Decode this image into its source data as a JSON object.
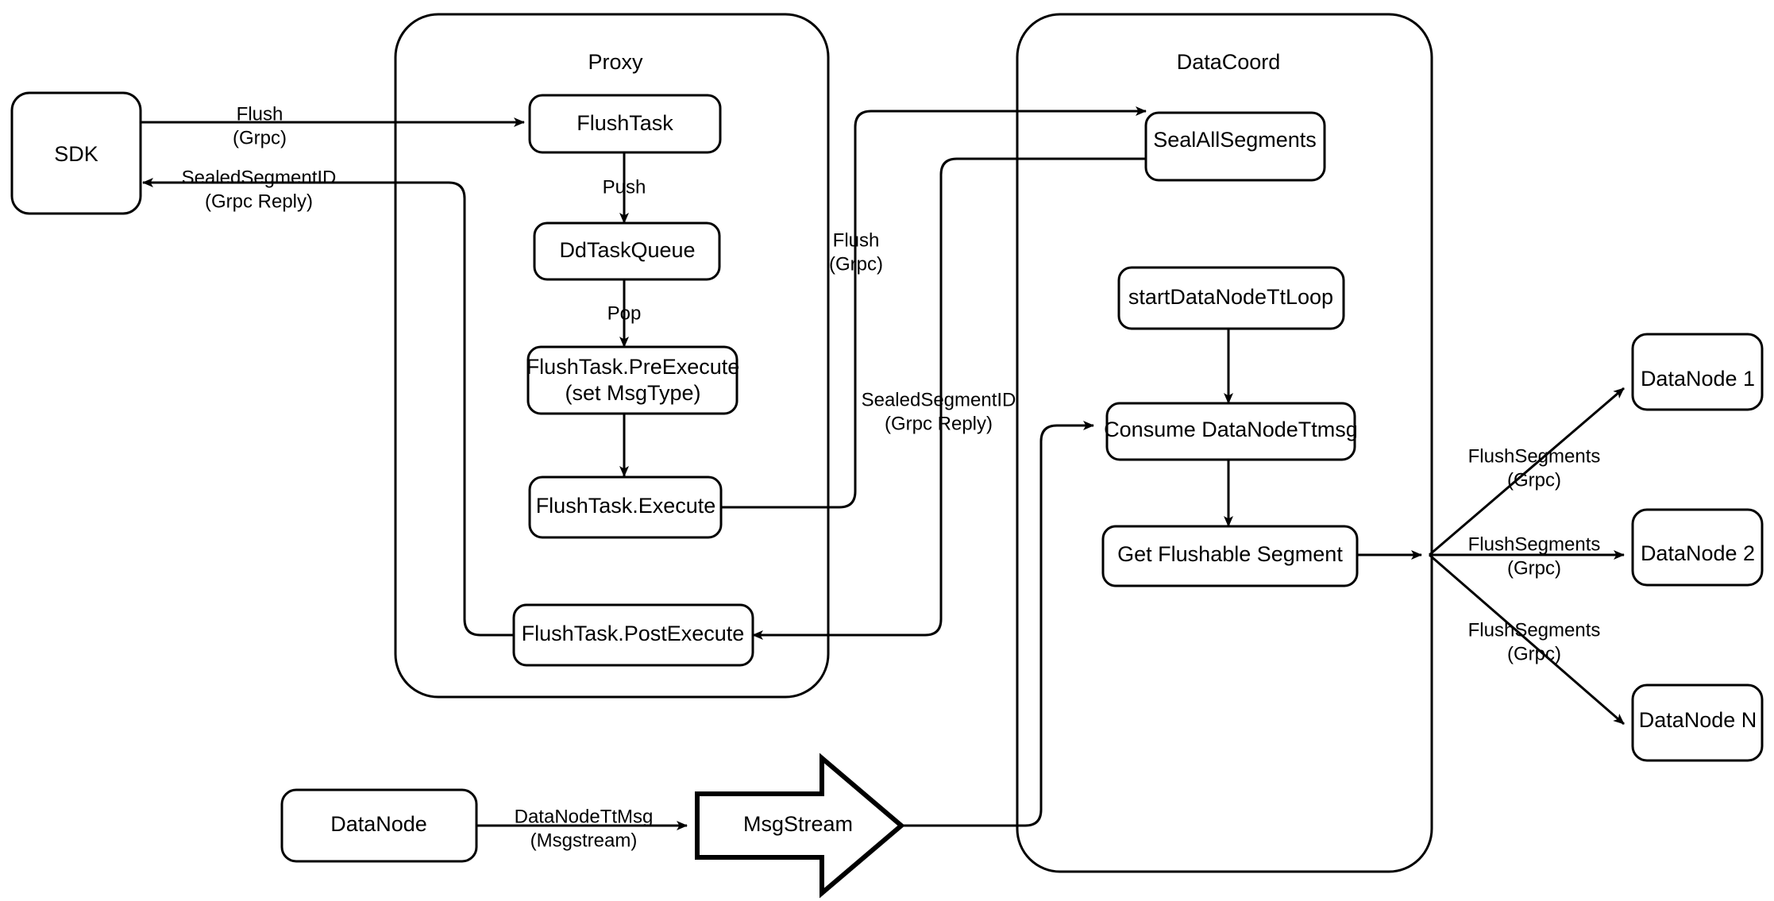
{
  "diagram": {
    "title": "Milvus Flush Sequence Architecture",
    "type": "flow-diagram",
    "background_color": "#ffffff",
    "stroke_color": "#000000",
    "fill_color": "#ffffff"
  },
  "containers": [
    {
      "id": "proxy",
      "label": "Proxy"
    },
    {
      "id": "datacoord",
      "label": "DataCoord"
    }
  ],
  "nodes": [
    {
      "id": "sdk",
      "label": "SDK"
    },
    {
      "id": "flushtask",
      "label": "FlushTask"
    },
    {
      "id": "ddtaskqueue",
      "label": "DdTaskQueue"
    },
    {
      "id": "preexecute",
      "label": "FlushTask.PreExecute",
      "label2": "(set MsgType)"
    },
    {
      "id": "execute",
      "label": "FlushTask.Execute"
    },
    {
      "id": "postexecute",
      "label": "FlushTask.PostExecute"
    },
    {
      "id": "sealallsegments",
      "label": "SealAllSegments"
    },
    {
      "id": "startttloop",
      "label": "startDataNodeTtLoop"
    },
    {
      "id": "consumettmsg",
      "label": "Consume DataNodeTtmsg"
    },
    {
      "id": "getflushable",
      "label": "Get Flushable Segment"
    },
    {
      "id": "datanode1",
      "label": "DataNode 1"
    },
    {
      "id": "datanode2",
      "label": "DataNode 2"
    },
    {
      "id": "datanoden",
      "label": "DataNode N"
    },
    {
      "id": "datanode_src",
      "label": "DataNode"
    },
    {
      "id": "msgstream",
      "label": "MsgStream"
    }
  ],
  "edges": [
    {
      "id": "e-sdk-proxy",
      "from": "sdk",
      "to": "flushtask",
      "label": "Flush",
      "label2": "(Grpc)"
    },
    {
      "id": "e-proxy-sdk",
      "from": "postexecute",
      "to": "sdk",
      "label": "SealedSegmentID",
      "label2": "(Grpc Reply)"
    },
    {
      "id": "e-flush-push",
      "from": "flushtask",
      "to": "ddtaskqueue",
      "label": "Push",
      "label2": ""
    },
    {
      "id": "e-queue-pop",
      "from": "ddtaskqueue",
      "to": "preexecute",
      "label": "Pop",
      "label2": ""
    },
    {
      "id": "e-pre-exec",
      "from": "preexecute",
      "to": "execute",
      "label": "",
      "label2": ""
    },
    {
      "id": "e-exec-coord",
      "from": "execute",
      "to": "sealallsegments",
      "label": "Flush",
      "label2": "(Grpc)"
    },
    {
      "id": "e-coord-post",
      "from": "sealallsegments",
      "to": "postexecute",
      "label": "SealedSegmentID",
      "label2": "(Grpc Reply)"
    },
    {
      "id": "e-ttloop-consume",
      "from": "startttloop",
      "to": "consumettmsg",
      "label": "",
      "label2": ""
    },
    {
      "id": "e-consume-flushable",
      "from": "consumettmsg",
      "to": "getflushable",
      "label": "",
      "label2": ""
    },
    {
      "id": "e-flushable-dn1",
      "from": "getflushable",
      "to": "datanode1",
      "label": "FlushSegments",
      "label2": "(Grpc)"
    },
    {
      "id": "e-flushable-dn2",
      "from": "getflushable",
      "to": "datanode2",
      "label": "FlushSegments",
      "label2": "(Grpc)"
    },
    {
      "id": "e-flushable-dnn",
      "from": "getflushable",
      "to": "datanoden",
      "label": "FlushSegments",
      "label2": "(Grpc)"
    },
    {
      "id": "e-dn-msgstream",
      "from": "datanode_src",
      "to": "msgstream",
      "label": "DataNodeTtMsg",
      "label2": "(Msgstream)"
    },
    {
      "id": "e-msgstream-coord",
      "from": "msgstream",
      "to": "consumettmsg",
      "label": "",
      "label2": ""
    }
  ]
}
